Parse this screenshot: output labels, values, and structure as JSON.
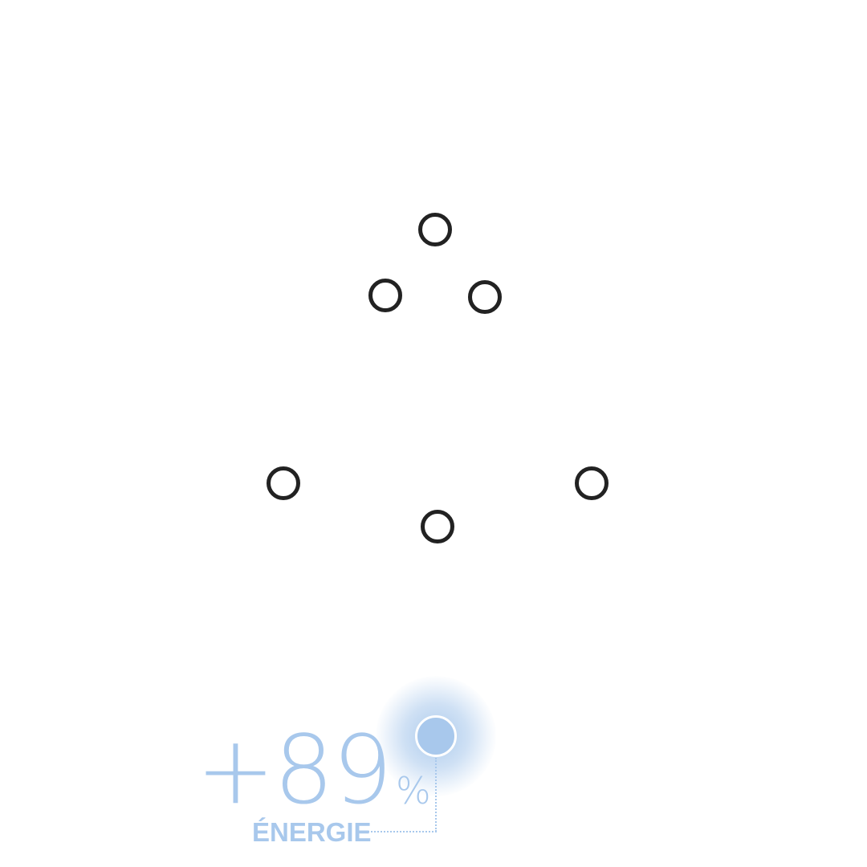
{
  "colors": {
    "node_stroke": "#222222",
    "accent": "#a8c8ec",
    "background": "#ffffff"
  },
  "nodes": [
    {
      "id": "node-top"
    },
    {
      "id": "node-upper-left"
    },
    {
      "id": "node-upper-right"
    },
    {
      "id": "node-left"
    },
    {
      "id": "node-center"
    },
    {
      "id": "node-right"
    }
  ],
  "active_node": {
    "state": "selected"
  },
  "readout": {
    "value": "+89",
    "unit": "%",
    "label": "ÉNERGIE"
  }
}
